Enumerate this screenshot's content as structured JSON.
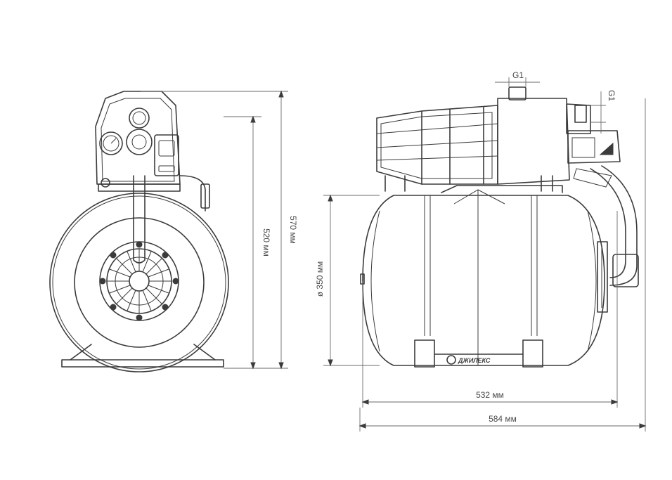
{
  "dimensions": {
    "height_tank": "520 мм",
    "height_total": "570 мм",
    "tank_diameter": "ø 350 мм",
    "tank_length": "532 мм",
    "total_length": "584 мм",
    "inlet_thread": "G1",
    "outlet_thread": "G1"
  },
  "brand": {
    "logo_text": "ДЖИЛЕКС"
  },
  "colors": {
    "line": "#3b3b3b",
    "dimension": "#6a6a6a",
    "background": "#ffffff"
  }
}
